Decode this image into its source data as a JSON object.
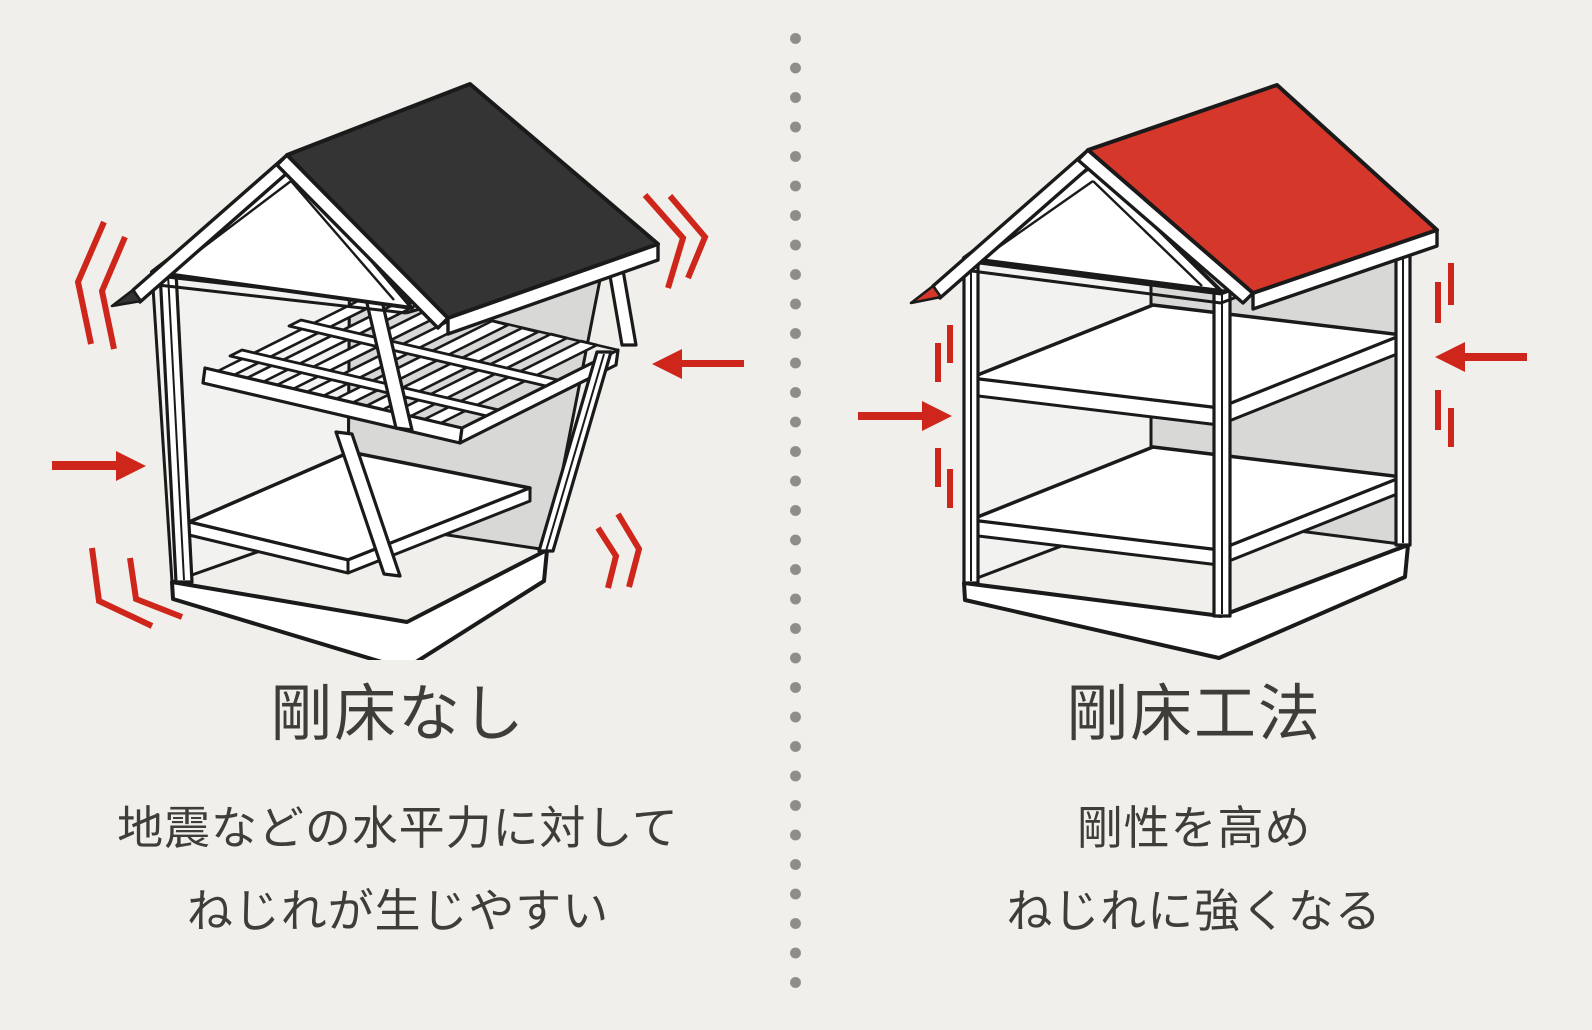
{
  "meta": {
    "type": "construction-comparison-diagram",
    "language": "ja",
    "topic": "rigid floor construction vs no rigid floor under seismic horizontal force"
  },
  "colors": {
    "background": "#f0efeb",
    "outline": "#1a1a1a",
    "roof_dark": "#343434",
    "roof_red": "#d5382b",
    "accent_red": "#cf261b",
    "interior_wall_light": "#f2f2f1",
    "interior_wall_shade": "#d8d8d7",
    "divider_dot": "#8e8d8a",
    "text": "#3e3d3a"
  },
  "divider": {
    "style": "vertical-dotted-line",
    "dot_color": "#8e8d8a"
  },
  "panels": {
    "left": {
      "title": "剛床なし",
      "caption_line1": "地震などの水平力に対して",
      "caption_line2": "ねじれが生じやすい",
      "illustration": "two-story-timber-frame-house-dark-roof-twisting-with-joist-floor",
      "roof_color": "#343434",
      "icons": [
        "horizontal-force-arrow-icon",
        "shake-chevron-icon"
      ]
    },
    "right": {
      "title": "剛床工法",
      "caption_line1": "剛性を高め",
      "caption_line2": "ねじれに強くなる",
      "illustration": "two-story-timber-frame-house-red-roof-rigid-floor-panels-stable",
      "roof_color": "#d5382b",
      "icons": [
        "horizontal-force-arrow-icon",
        "rigid-tick-icon"
      ]
    }
  }
}
